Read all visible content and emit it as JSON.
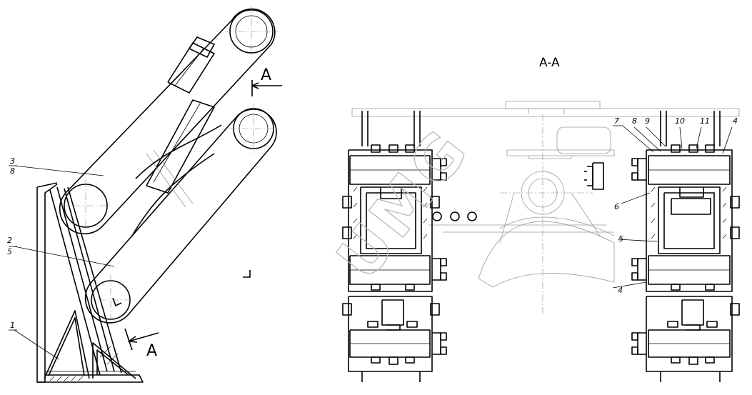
{
  "drawing": {
    "section_title": "A-A",
    "section_marker_top": "A",
    "section_marker_bottom": "A",
    "watermark": "UMG",
    "corner_mark": "",
    "callouts": [
      {
        "num": "3",
        "sub": "8"
      },
      {
        "num": "2",
        "sub": "5"
      },
      {
        "num": "1",
        "sub": ""
      },
      {
        "num": "7",
        "sub": ""
      },
      {
        "num": "8",
        "sub": ""
      },
      {
        "num": "9",
        "sub": ""
      },
      {
        "num": "10",
        "sub": ""
      },
      {
        "num": "11",
        "sub": ""
      },
      {
        "num": "4",
        "sub": ""
      },
      {
        "num": "6",
        "sub": ""
      },
      {
        "num": "5",
        "sub": ""
      },
      {
        "num": "4",
        "sub": ""
      }
    ]
  },
  "colors": {
    "line": "#000000",
    "faint": "#9a9a9a",
    "watermark": "#b9b9b9",
    "background": "#ffffff"
  }
}
